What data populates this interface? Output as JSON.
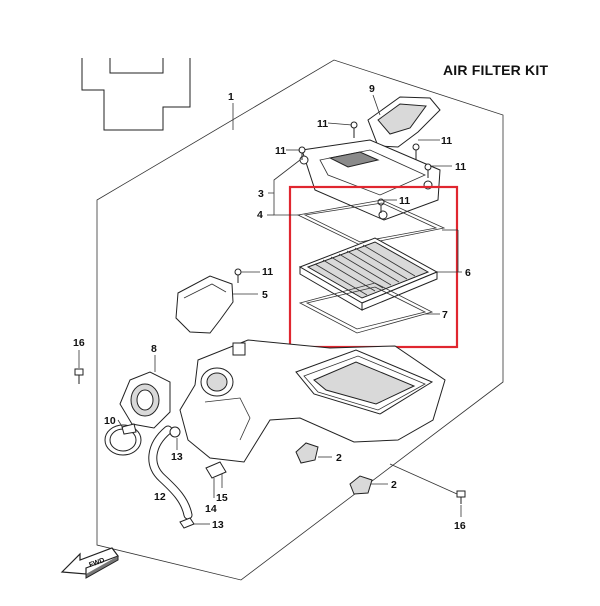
{
  "title": "AIR FILTER KIT",
  "callouts": {
    "c1": "1",
    "c2a": "2",
    "c2b": "2",
    "c3": "3",
    "c4": "4",
    "c5": "5",
    "c6": "6",
    "c7": "7",
    "c8": "8",
    "c9": "9",
    "c10": "10",
    "c11a": "11",
    "c11b": "11",
    "c11c": "11",
    "c11d": "11",
    "c11e": "11",
    "c11f": "11",
    "c12": "12",
    "c13a": "13",
    "c13b": "13",
    "c14": "14",
    "c15": "15",
    "c16a": "16",
    "c16b": "16"
  },
  "fwd_label": "FWD",
  "highlight_color": "#e0262f",
  "icons": [
    "fwd-arrow-icon"
  ]
}
